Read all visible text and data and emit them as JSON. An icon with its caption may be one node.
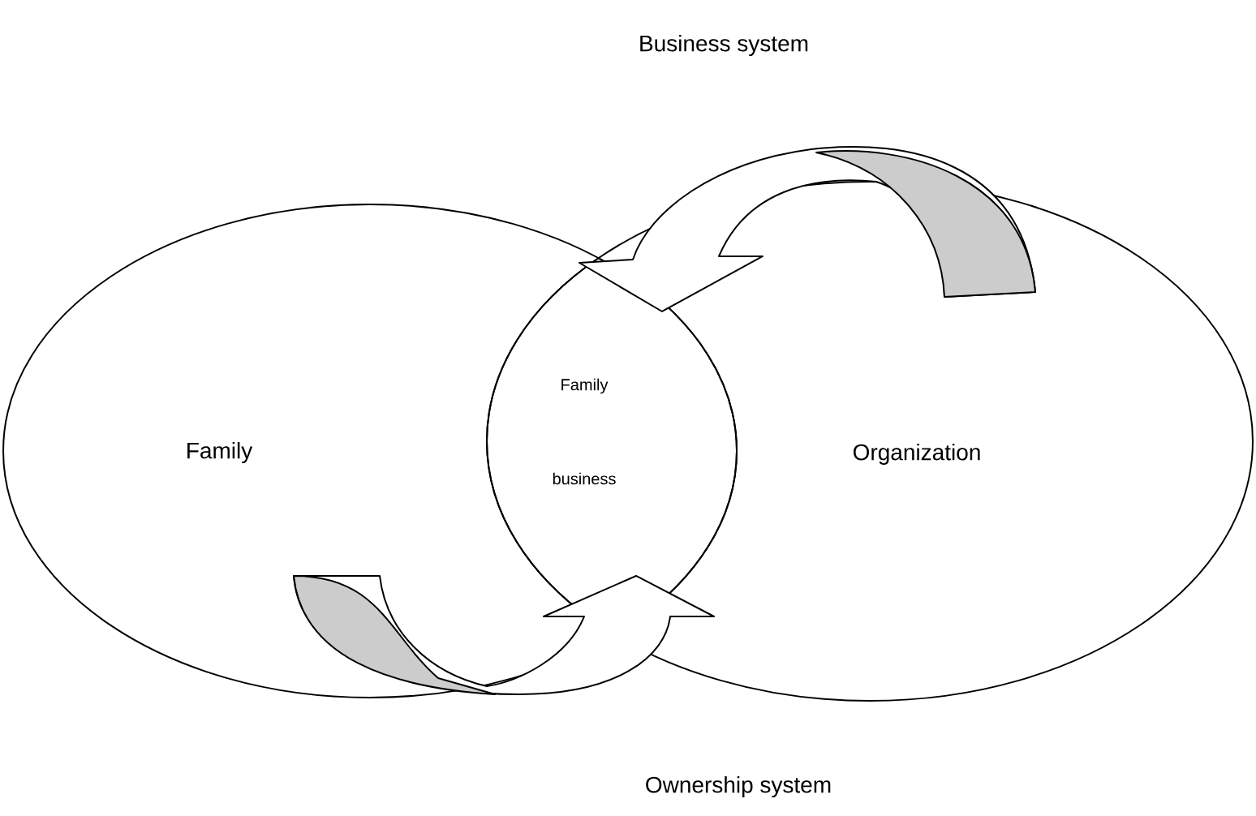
{
  "diagram": {
    "nodes": [
      {
        "text": [
          "Family"
        ]
      },
      {
        "text": [
          "Organization"
        ]
      },
      {
        "text": [
          "Family business"
        ]
      }
    ],
    "edges": [
      {
        "from": 1,
        "to": 2,
        "arrow": "to"
      },
      {
        "from": 0,
        "to": 2,
        "arrow": "to"
      }
    ],
    "labels": [
      "Business system",
      "Ownership system"
    ]
  }
}
